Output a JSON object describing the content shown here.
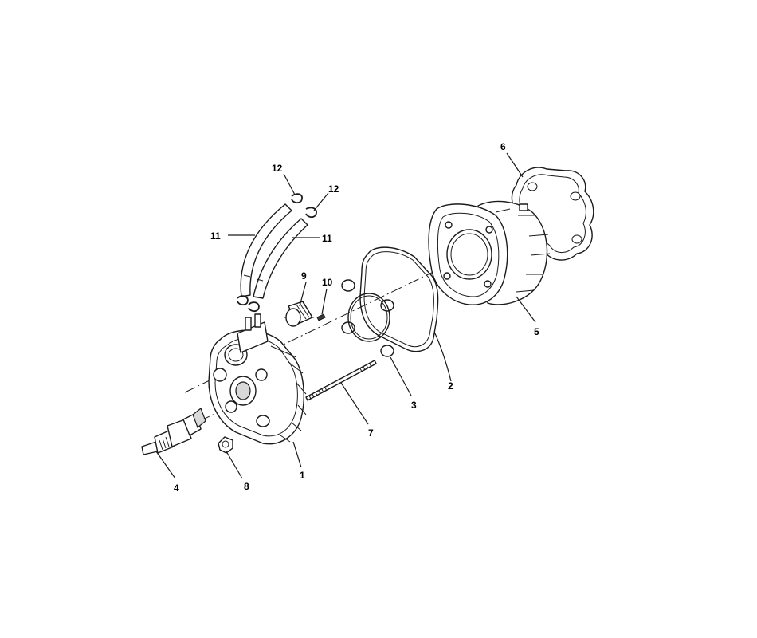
{
  "callouts": {
    "c1": "1",
    "c2": "2",
    "c3": "3",
    "c4": "4",
    "c5": "5",
    "c6": "6",
    "c7": "7",
    "c8": "8",
    "c9": "9",
    "c10": "10",
    "c11a": "11",
    "c11b": "11",
    "c12a": "12",
    "c12b": "12"
  },
  "colors": {
    "line": "#1a1a1a",
    "background": "#ffffff"
  }
}
